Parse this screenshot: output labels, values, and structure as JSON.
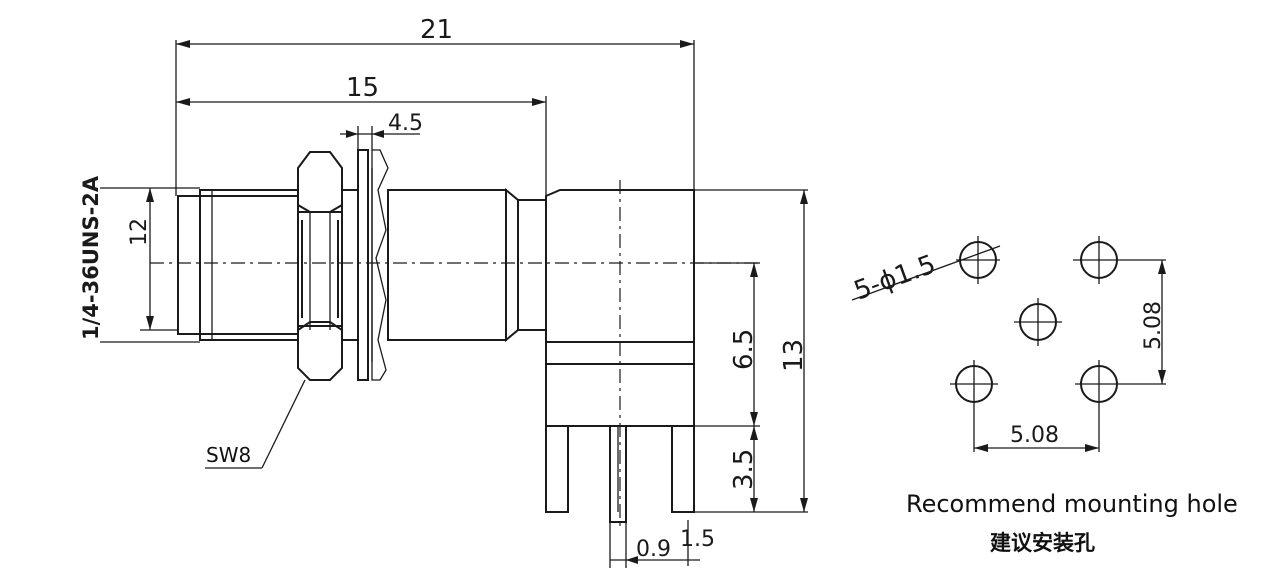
{
  "dimensions": {
    "overall_length": "21",
    "body_length": "15",
    "panel_thickness": "4.5",
    "thread_dia": "12",
    "thread_spec": "1/4-36UNS-2A",
    "center_height": "6.5",
    "total_height": "13",
    "pin_length": "3.5",
    "pin_pitch": "0.9",
    "pin_width": "1.5",
    "wrench_size": "SW8"
  },
  "mounting": {
    "hole_callout": "5-ϕ1.5",
    "spacing_vertical": "5.08",
    "spacing_horizontal": "5.08",
    "title_en": "Recommend mounting hole",
    "title_cn": "建议安装孔"
  }
}
